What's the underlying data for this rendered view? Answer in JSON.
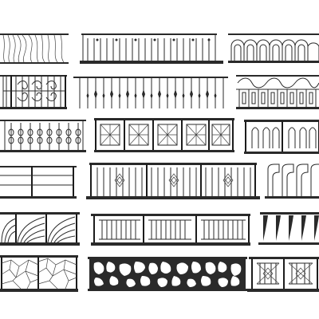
{
  "canvas": {
    "background": "#ffffff",
    "ink": "#2a2a2a"
  },
  "catalog": {
    "panels": [
      {
        "id": "wave-curtain",
        "motif": "flowing-curves"
      },
      {
        "id": "arched-baluster",
        "motif": "arched-tops-with-balls"
      },
      {
        "id": "arcade-loops",
        "motif": "round-arches"
      },
      {
        "id": "scroll-gate",
        "motif": "c-scrolls"
      },
      {
        "id": "spear-balusters",
        "motif": "leaf-pickets"
      },
      {
        "id": "ribbon-frieze",
        "motif": "scroll-band"
      },
      {
        "id": "bead-twist",
        "motif": "twisted-beads"
      },
      {
        "id": "lattice-panels",
        "motif": "diamond-lattice"
      },
      {
        "id": "gothic-pickets",
        "motif": "pointed-arches"
      },
      {
        "id": "plain-rails",
        "motif": "horizontal-bars"
      },
      {
        "id": "diamond-pickets",
        "motif": "diamond-insets"
      },
      {
        "id": "hook-profiles",
        "motif": "curved-hooks"
      },
      {
        "id": "fan-arcs",
        "motif": "radiating-arcs"
      },
      {
        "id": "column-balusters",
        "motif": "turned-balusters"
      },
      {
        "id": "horn-brackets",
        "motif": "tapered-horns"
      },
      {
        "id": "crazy-paving",
        "motif": "irregular-stones"
      },
      {
        "id": "organic-cutouts",
        "motif": "organic-blobs"
      },
      {
        "id": "star-panels",
        "motif": "starburst"
      }
    ]
  }
}
